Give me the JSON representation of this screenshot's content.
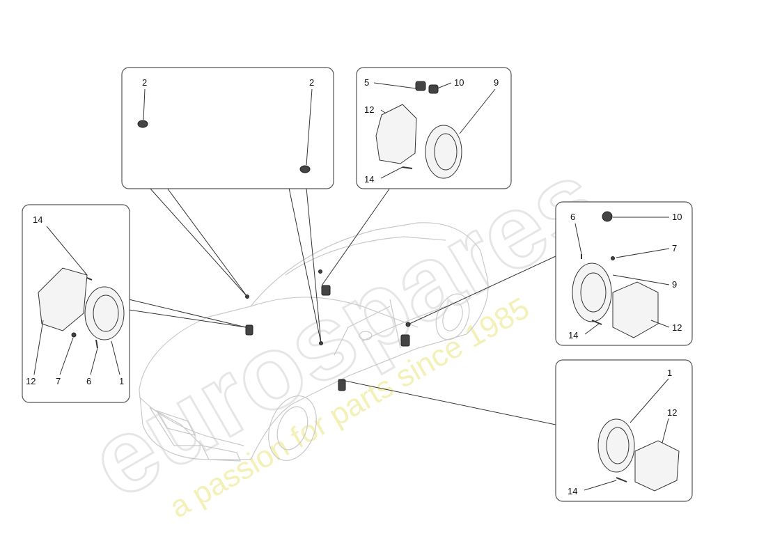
{
  "watermark": {
    "brand": "eurospares",
    "tagline": "a passion for parts since 1985"
  },
  "panels": {
    "tweeters": {
      "labels": [
        "2",
        "2"
      ]
    },
    "rear_left": {
      "labels": [
        "5",
        "10",
        "9",
        "12",
        "14"
      ]
    },
    "front_left": {
      "labels": [
        "14",
        "12",
        "7",
        "6",
        "1"
      ]
    },
    "front_right": {
      "labels": [
        "6",
        "10",
        "7",
        "9",
        "14",
        "12"
      ]
    },
    "rear_right": {
      "labels": [
        "1",
        "12",
        "14"
      ]
    }
  },
  "colors": {
    "frame_stroke": "#555555",
    "watermark_grey": "#e6e6e6",
    "watermark_yellow": "#f3f0b8"
  }
}
